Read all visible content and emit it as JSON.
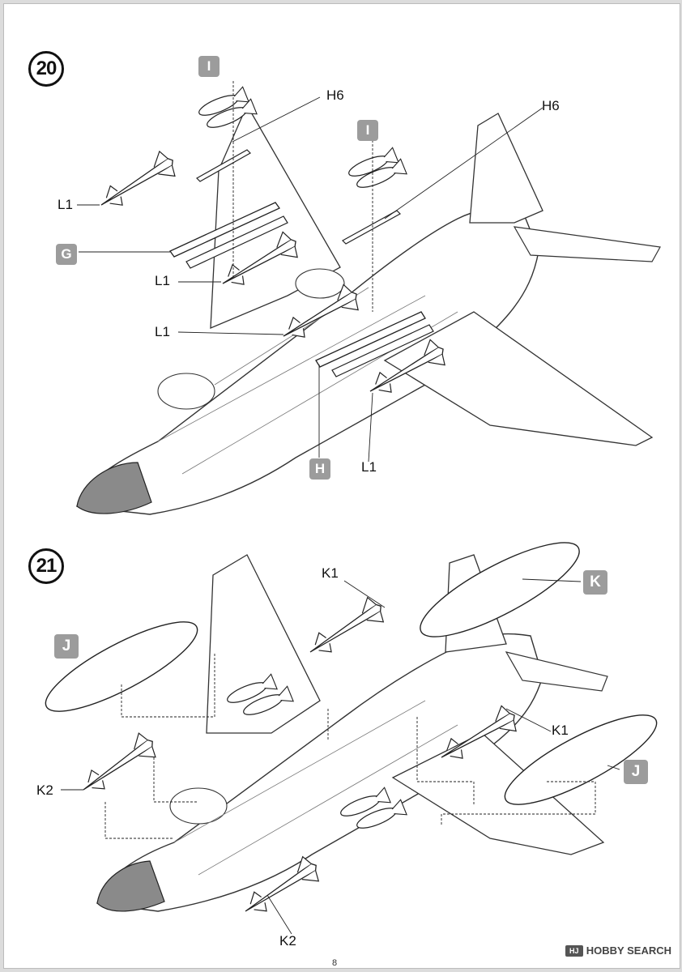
{
  "steps": [
    {
      "number": "20"
    },
    {
      "number": "21"
    }
  ],
  "step20_labels": {
    "h6_a": "H6",
    "h6_b": "H6",
    "l1_left": "L1",
    "l1_mid_a": "L1",
    "l1_mid_b": "L1",
    "l1_bottom": "L1",
    "badge_i_a": "I",
    "badge_i_b": "I",
    "badge_g": "G",
    "badge_h": "H"
  },
  "step21_labels": {
    "k1_top": "K1",
    "k1_right": "K1",
    "k2_left": "K2",
    "k2_bottom": "K2",
    "badge_k": "K",
    "badge_j_left": "J",
    "badge_j_right": "J"
  },
  "watermark": {
    "logo": "HJ",
    "text": "HOBBY SEARCH"
  },
  "page_number": "8",
  "colors": {
    "badge": "#9c9c9c",
    "nose": "#8a8a8a",
    "line": "#222222"
  }
}
